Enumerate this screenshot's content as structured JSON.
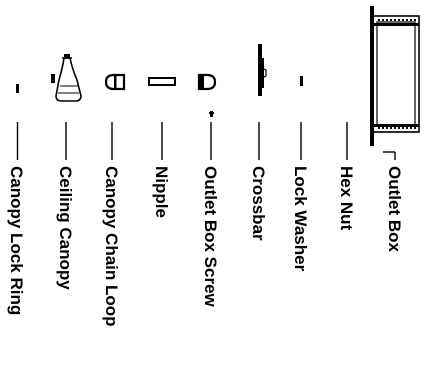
{
  "diagram": {
    "parts": [
      {
        "id": "canopy_lock_ring",
        "label": "Canopy Lock Ring"
      },
      {
        "id": "ceiling_canopy",
        "label": "Ceiling Canopy"
      },
      {
        "id": "canopy_chain_loop",
        "label": "Canopy Chain Loop"
      },
      {
        "id": "nipple",
        "label": "Nipple"
      },
      {
        "id": "outlet_box_screw",
        "label": "Outlet Box Screw"
      },
      {
        "id": "crossbar",
        "label": "Crossbar"
      },
      {
        "id": "lock_washer",
        "label": "Lock Washer"
      },
      {
        "id": "hex_nut",
        "label": "Hex Nut"
      },
      {
        "id": "outlet_box",
        "label": "Outlet Box"
      }
    ]
  },
  "colors": {
    "ink": "#000000",
    "background": "#ffffff"
  }
}
